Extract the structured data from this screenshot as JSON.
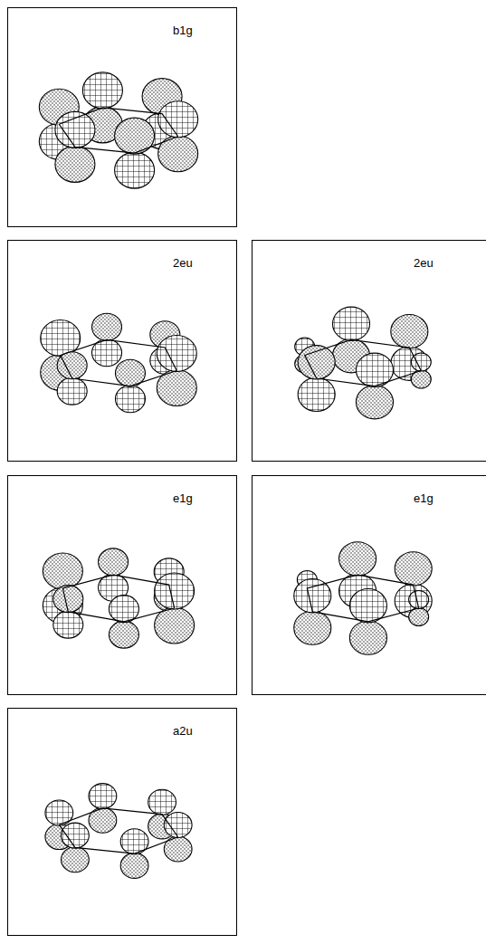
{
  "diagram": {
    "nodes": [
      {
        "text": [
          "b1g"
        ]
      },
      {
        "text": [
          "2eu"
        ]
      },
      {
        "text": [
          "2eu"
        ]
      },
      {
        "text": [
          "e1g"
        ]
      },
      {
        "text": [
          "e1g"
        ]
      },
      {
        "text": [
          "a2u"
        ]
      }
    ]
  }
}
